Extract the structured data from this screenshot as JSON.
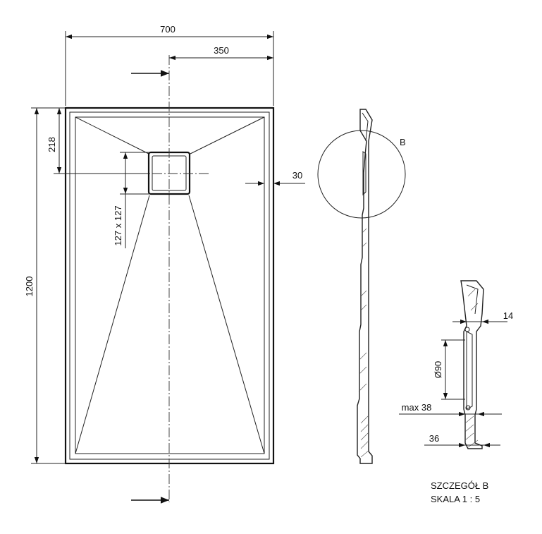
{
  "dimensions": {
    "overall_width": "700",
    "half_width": "350",
    "drain_offset": "218",
    "overall_length": "1200",
    "drain_size": "127 x 127",
    "edge_offset": "30"
  },
  "detail": {
    "callout_label": "B",
    "dim_top": "14",
    "dim_diameter": "Ø90",
    "dim_max": "max 38",
    "dim_bottom": "36",
    "title_line1": "SZCZEGÓŁ B",
    "title_line2": "SKALA 1 : 5"
  }
}
